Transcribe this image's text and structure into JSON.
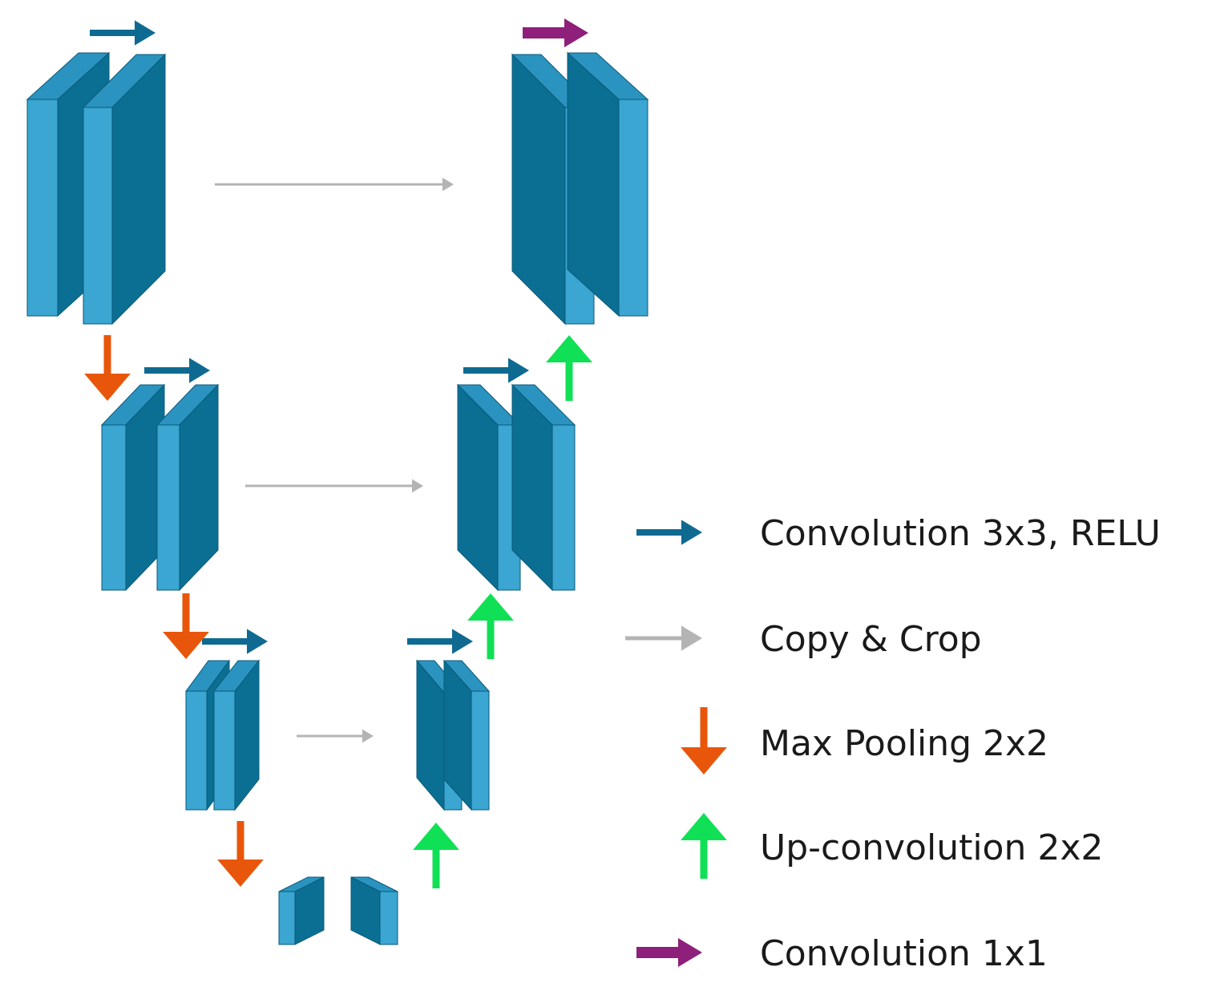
{
  "colors": {
    "block_front": "#3aa6d1",
    "block_side": "#0a6f93",
    "block_top": "#2b93bf",
    "conv_arrow": "#0f6a92",
    "copy_arrow": "#b4b4b4",
    "pool_arrow": "#e8560b",
    "upconv_arrow": "#10e055",
    "conv1x1_arrow": "#8e1f7a"
  },
  "network": {
    "encoder_levels": 4,
    "decoder_levels": 3,
    "skip_connections": 3
  },
  "legend": {
    "items": [
      {
        "key": "conv",
        "label": "Convolution 3x3, RELU",
        "icon": "right-arrow-icon",
        "color": "#0f6a92"
      },
      {
        "key": "copy",
        "label": "Copy & Crop",
        "icon": "right-arrow-icon",
        "color": "#b4b4b4"
      },
      {
        "key": "pool",
        "label": "Max Pooling 2x2",
        "icon": "down-arrow-icon",
        "color": "#e8560b"
      },
      {
        "key": "upconv",
        "label": "Up-convolution 2x2",
        "icon": "up-arrow-icon",
        "color": "#10e055"
      },
      {
        "key": "conv1x1",
        "label": "Convolution 1x1",
        "icon": "right-arrow-icon",
        "color": "#8e1f7a"
      }
    ]
  }
}
